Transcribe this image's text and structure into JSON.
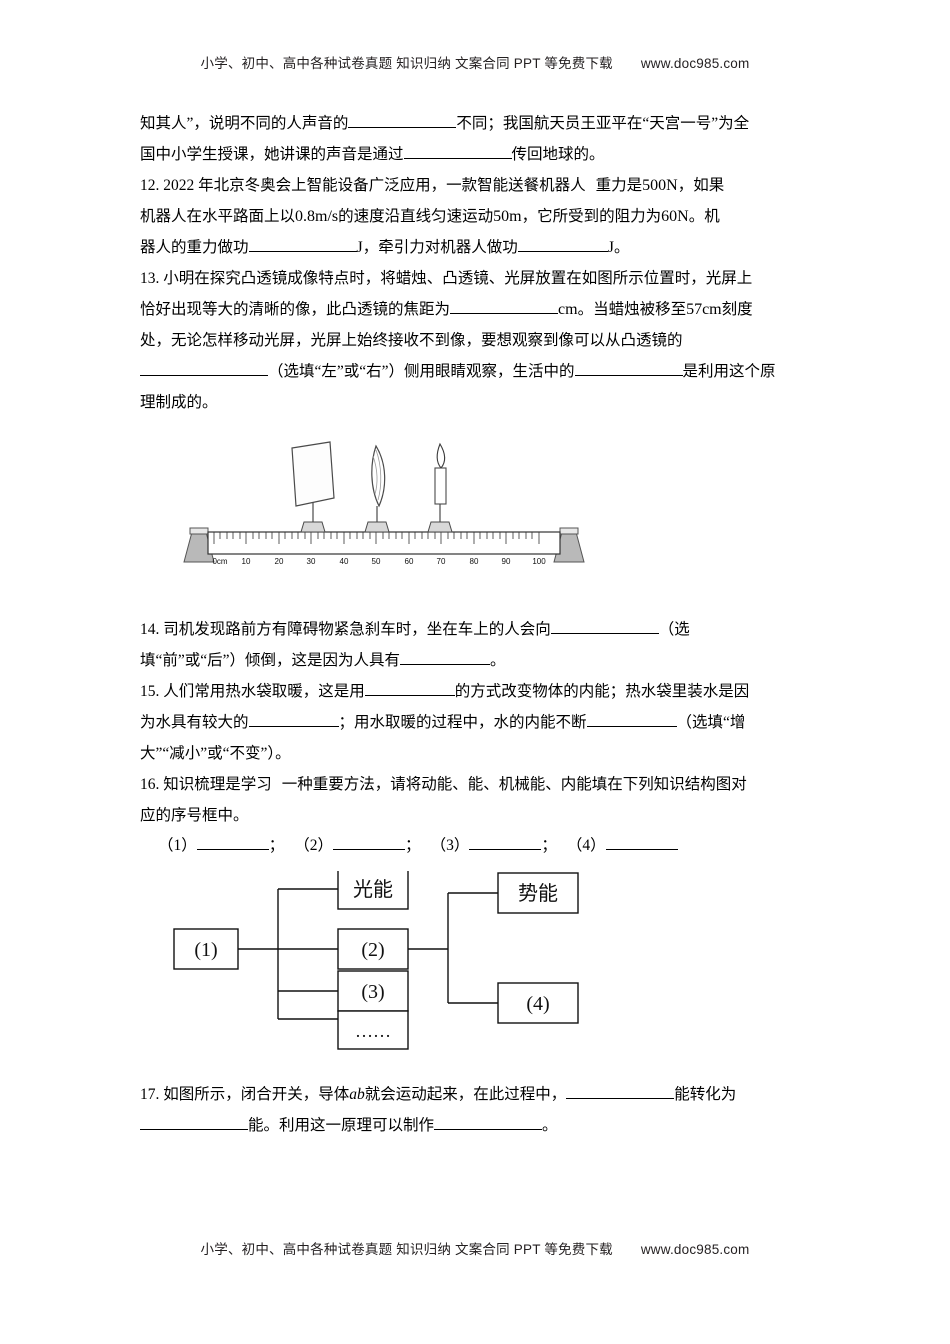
{
  "header": {
    "note": "小学、初中、高中各种试卷真题 知识归纳 文案合同 PPT 等免费下载",
    "site": "www.doc985.com"
  },
  "footer": {
    "note": "小学、初中、高中各种试卷真题 知识归纳 文案合同 PPT 等免费下载",
    "site": "www.doc985.com"
  },
  "questions": {
    "q11_tail": {
      "line1_a": "知其人”，说明不同的人声音的",
      "line1_b": "不同；我国航天员王亚平在“天宫一号”为全",
      "line2_a": "国中小学生授课，她讲课的声音是通过",
      "line2_b": "传回地球的。"
    },
    "q12": {
      "a": "12. 2022 年北京冬奥会上智能设备广泛应用，一款智能送餐机器人",
      "b": "重力是",
      "c": "500N",
      "d": "，如果",
      "e": "机器人在水平路面上以",
      "f": "0.8m/s",
      "g": "的速度沿直线匀速运动",
      "h": "50m",
      "i": "，它所受到的阻力为",
      "j": "60N",
      "k": "。机",
      "l": "器人的重力做功",
      "m": "J",
      "n": "，牵引力对机器人做功",
      "o": "J",
      "p": "。"
    },
    "q13": {
      "a": "13. 小明在探究凸透镜成像特点时，将蜡烛、凸透镜、光屏放置在如图所示位置时，光屏上",
      "b": "恰好出现等大的清晰的像，此凸透镜的焦距为",
      "c": "cm",
      "d": "。当蜡烛被移至",
      "e": "57cm",
      "f": "刻度",
      "g": "处，无论怎样移动光屏，光屏上始终接收不到像，要想观察到像可以从凸透镜的",
      "h": "（选填“左”或“右”）侧用眼睛观察，生活中的",
      "i": "是利用这个原",
      "j": "理制成的。"
    },
    "q14": {
      "a": "14. 司机发现路前方有障碍物紧急刹车时，坐在车上的人会向",
      "b": "（选",
      "c": "填“前”或“后”）倾倒，这是因为人具有",
      "d": "。"
    },
    "q15": {
      "a": "15. 人们常用热水袋取暖，这是用",
      "b": "的方式改变物体的内能；热水袋里装水是因",
      "c": "为水具有较大的",
      "d": "；用水取暖的过程中，水的内能不断",
      "e": "（选填“增",
      "f": "大”“减小”或“不变”）。"
    },
    "q16": {
      "a": "16. 知识梳理是学习",
      "b": "一种重要方法，请将动能、能、机械能、内能填在下列知识结构图对",
      "c": "应的序号框中。",
      "items": [
        "（1）",
        "（2）",
        "（3）",
        "（4）"
      ]
    },
    "q17": {
      "a": "17. 如图所示，闭合开关，导体",
      "b": "ab",
      "c": "就会运动起来，在此过程中，",
      "d": "能转化为",
      "e": "能。利用这一原理可以制作",
      "f": "。"
    }
  },
  "optics_figure": {
    "ruler_ticks": [
      "0cm",
      "10",
      "20",
      "30",
      "40",
      "50",
      "60",
      "70",
      "80",
      "90",
      "100"
    ],
    "objects": [
      "screen",
      "convex-lens",
      "candle"
    ]
  },
  "knowledge_figure": {
    "boxes": [
      "(1)",
      "光能",
      "(2)",
      "(3)",
      "……",
      "势能",
      "(4)"
    ]
  }
}
